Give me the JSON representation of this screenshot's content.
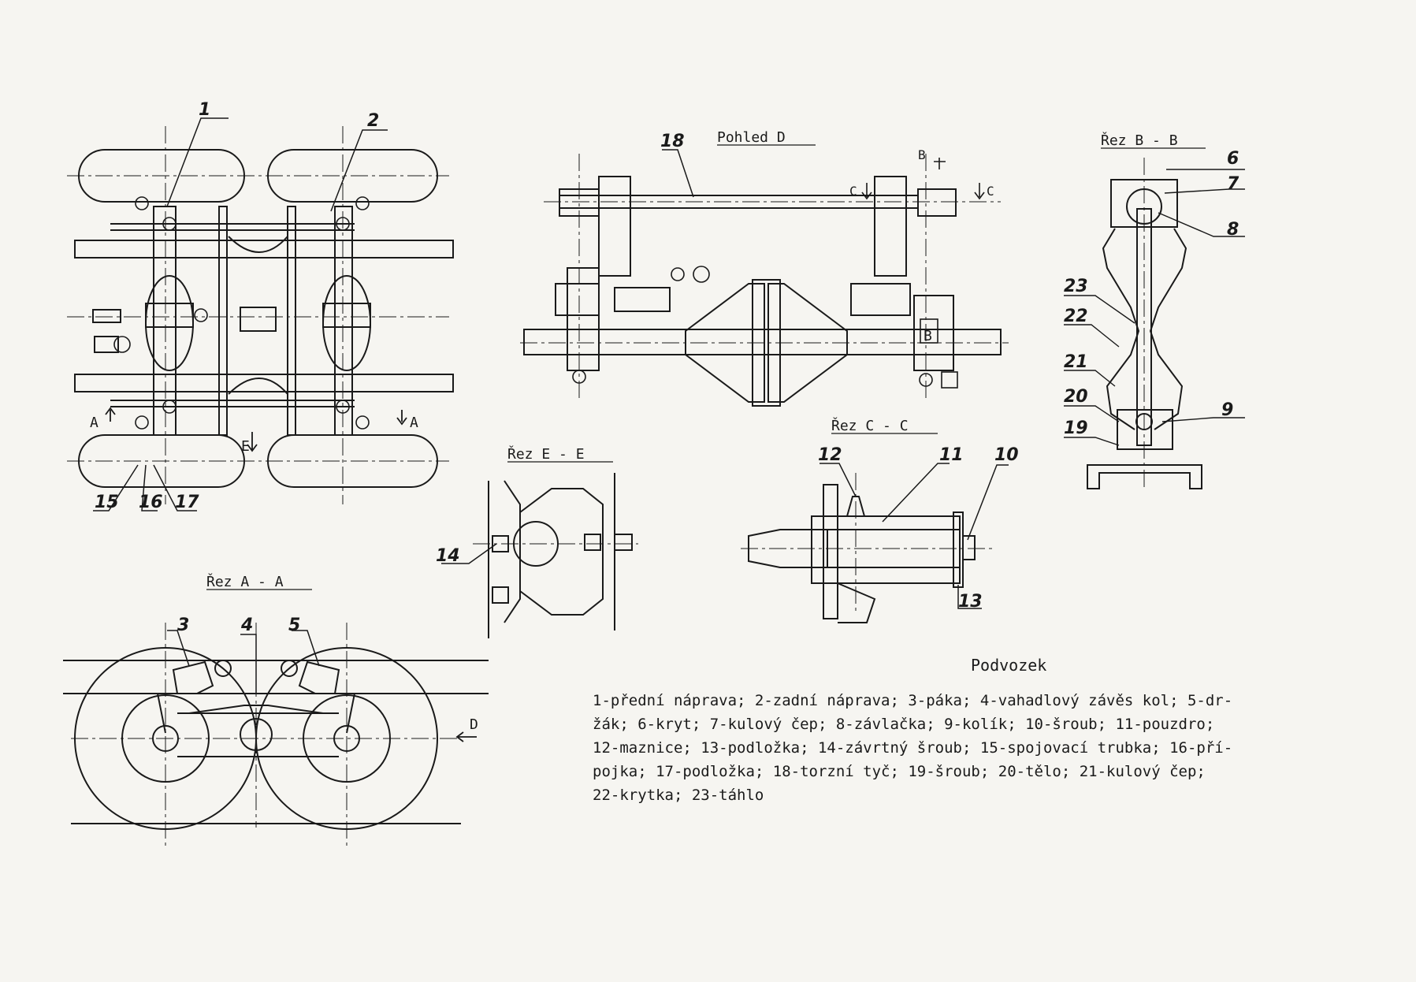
{
  "labels": {
    "n1": "1",
    "n2": "2",
    "n3": "3",
    "n4": "4",
    "n5": "5",
    "n6": "6",
    "n7": "7",
    "n8": "8",
    "n9": "9",
    "n10": "10",
    "n11": "11",
    "n12": "12",
    "n13": "13",
    "n14": "14",
    "n15": "15",
    "n16": "16",
    "n17": "17",
    "n18": "18",
    "n19": "19",
    "n20": "20",
    "n21": "21",
    "n22": "22",
    "n23": "23"
  },
  "views": {
    "pohled_d": "Pohled  D",
    "rez_bb": "Řez  B - B",
    "rez_cc": "Řez  C - C",
    "rez_ee": "Řez  E - E",
    "rez_aa": "Řez  A - A"
  },
  "markers": {
    "A": "A",
    "B": "B",
    "C": "C",
    "D": "D",
    "E": "E"
  },
  "caption": {
    "title": "Podvozek",
    "text": "1-přední náprava; 2-zadní náprava; 3-páka; 4-vahadlový závěs kol; 5-dr-\nžák; 6-kryt; 7-kulový čep; 8-závlačka; 9-kolík; 10-šroub; 11-pouzdro;\n12-maznice; 13-podložka; 14-závrtný šroub; 15-spojovací trubka; 16-pří-\npojka; 17-podložka; 18-torzní tyč; 19-šroub; 20-tělo; 21-kulový čep;\n22-krytka; 23-táhlo"
  }
}
